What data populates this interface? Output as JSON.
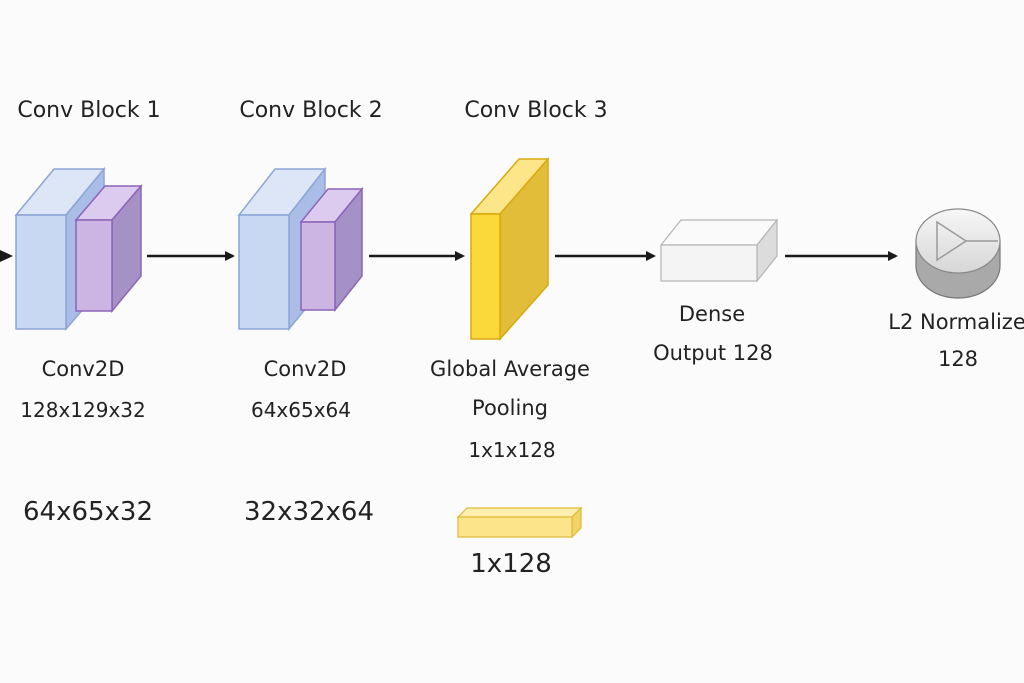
{
  "blocks": {
    "block1": {
      "title": "Conv Block 1",
      "layer": "Conv2D",
      "conv_shape": "128x129x32",
      "pool_shape": "64x65x32"
    },
    "block2": {
      "title": "Conv Block 2",
      "layer": "Conv2D",
      "conv_shape": "64x65x64",
      "pool_shape": "32x32x64"
    },
    "block3": {
      "title": "Conv Block 3",
      "layer_line1": "Global Average",
      "layer_line2": "Pooling",
      "pool_shape": "1x1x128",
      "flat_shape": "1x128"
    }
  },
  "dense": {
    "line1": "Dense",
    "line2": "Output 128"
  },
  "l2": {
    "line1": "L2 Normalize",
    "line2": "128"
  },
  "colors": {
    "conv_blue": "#c9d8f2",
    "conv_blue_edge": "#8ca4d6",
    "pool_purple": "#cdb5e3",
    "pool_purple_edge": "#8c65b8",
    "gap_yellow": "#fcd93a",
    "gap_yellow_edge": "#d9a90c",
    "dense_white": "#f4f4f4",
    "l2_gray": "#bcbcbc",
    "arrow": "#1a1a1a"
  }
}
